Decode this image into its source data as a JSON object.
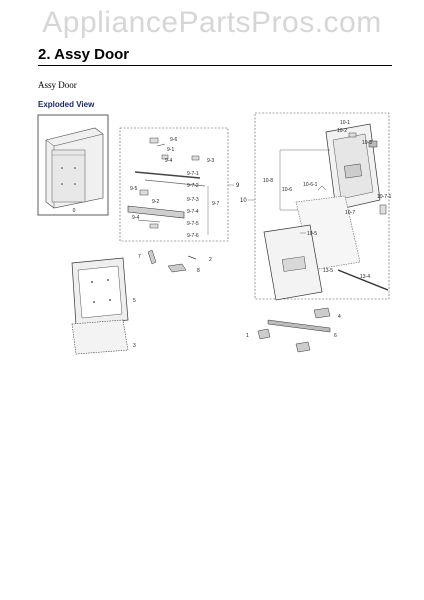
{
  "watermark": "AppliancePartsPros.com",
  "header": {
    "title": "2.  Assy Door",
    "subtitle": "Assy Door",
    "section": "Exploded View"
  },
  "callouts": {
    "c0": "0",
    "c1": "1",
    "c2": "2",
    "c3": "3",
    "c4": "4",
    "c5": "5",
    "c6": "6",
    "c7": "7",
    "c8": "8",
    "c9": "9",
    "c9_1": "9-1",
    "c9_2": "9-2",
    "c9_3": "9-3",
    "c9_4": "9-4",
    "c9_5": "9-5",
    "c9_6": "9-6",
    "c9_7": "9-7",
    "c9_7_1": "9-7-1",
    "c9_7_2": "9-7-2",
    "c9_7_3": "9-7-3",
    "c9_7_4": "9-7-4",
    "c9_7_5": "9-7-5",
    "c9_7_6": "9-7-6",
    "c10": "10",
    "c10_1": "10-1",
    "c10_2": "10-2",
    "c10_3": "10-3",
    "c10_5": "10-5",
    "c10_6": "10-6",
    "c10_6_1": "10-6-1",
    "c10_7": "10-7",
    "c10_7_1": "10-7-1",
    "c10_8": "10-8",
    "c13_4": "13-4",
    "c13_5": "13-5"
  }
}
